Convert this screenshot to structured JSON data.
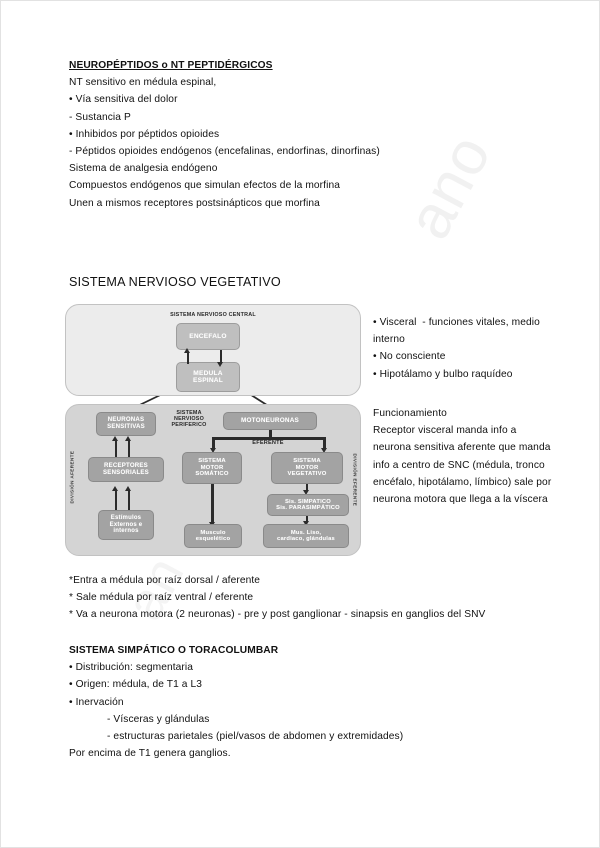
{
  "document": {
    "watermark_text": "ano",
    "watermark_text2": "an"
  },
  "section_neuropeptidos": {
    "heading": "NEUROPÉPTIDOS o NT PEPTIDÉRGICOS",
    "lines": [
      "NT sensitivo en médula espinal,",
      "• Vía sensitiva del dolor",
      "- Sustancia P",
      "• Inhibidos por péptidos opioides",
      "- Péptidos opioides endógenos (encefalinas, endorfinas, dinorfinas)",
      "Sistema de analgesia endógeno",
      "Compuestos endógenos que simulan efectos de la morfina",
      "Unen a mismos receptores postsinápticos que morfina"
    ]
  },
  "section_snv": {
    "heading": "SISTEMA NERVIOSO VEGETATIVO"
  },
  "diagram": {
    "cns_panel_caption": "SISTEMA NERVIOSO CENTRAL",
    "sns_panel_caption": "SISTEMA\nNERVIOSO\nPERIFERICO",
    "node_encefalo": "ENCEFALO",
    "node_medula": "MEDULA\nESPINAL",
    "node_neuronas_sensitivas": "NEURONAS\nSENSITIVAS",
    "node_receptores": "RECEPTORES\nSENSORIALES",
    "node_estimulos": "Estímulos\nExternos e\ninternos",
    "node_motoneuronas": "MOTONEURONAS",
    "label_eferente": "EFERENTE",
    "node_motor_somatico": "SISTEMA\nMOTOR\nSOMÁTICO",
    "node_motor_vegetativo": "SISTEMA\nMOTOR\nVEGETATIVO",
    "node_simpatico": "Sis. SIMPATICO\nSis. PARASIMPÁTICO",
    "node_musculo": "Musculo\nesquelético",
    "node_mus_liso": "Mus. Liso,\ncardiaco, glándulas",
    "side_label_left": "DIVISIÓN AFERENTE",
    "side_label_right": "DIVISIÓN EFERENTE"
  },
  "sidenote_top": {
    "lines": [
      "• Visceral  - funciones vitales, medio interno",
      "• No consciente",
      "• Hipotálamo y bulbo raquídeo"
    ]
  },
  "sidenote_bottom": {
    "lines": [
      "Funcionamiento",
      "Receptor visceral manda info a neurona sensitiva aferente que manda info a centro de SNC (médula, tronco encéfalo, hipotálamo, límbico) sale por neurona motora que llega a la víscera"
    ]
  },
  "section_notes": {
    "lines": [
      "*Entra a médula por raíz dorsal / aferente",
      "* Sale médula por raíz ventral / eferente",
      "* Va a neurona motora (2 neuronas) - pre y post ganglionar - sinapsis en ganglios del SNV"
    ]
  },
  "section_simpatico": {
    "heading": "SISTEMA SIMPÁTICO O TORACOLUMBAR",
    "lines": [
      "• Distribución: segmentaria",
      "• Origen: médula, de T1 a L3",
      "• Inervación"
    ],
    "indented": [
      "- Vísceras y glándulas",
      "- estructuras parietales (piel/vasos de abdomen y extremidades)"
    ],
    "closing": "Por encima de T1 genera ganglios."
  }
}
